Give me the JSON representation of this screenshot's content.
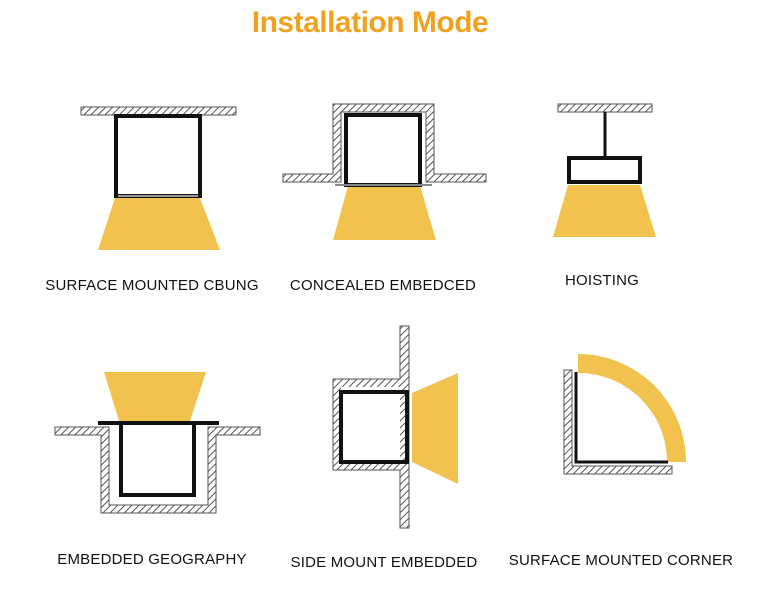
{
  "title": "Installation Mode",
  "colors": {
    "title": "#f0a21f",
    "light": "#f2c24f",
    "hatch": "#555555",
    "frame": "#111111"
  },
  "modes": [
    {
      "caption": "SURFACE MOUNTED CBUNG"
    },
    {
      "caption": "CONCEALED EMBEDCED"
    },
    {
      "caption": "HOISTING"
    },
    {
      "caption": "EMBEDDED GEOGRAPHY"
    },
    {
      "caption": "SIDE MOUNT EMBEDDED"
    },
    {
      "caption": "SURFACE MOUNTED CORNER"
    }
  ]
}
